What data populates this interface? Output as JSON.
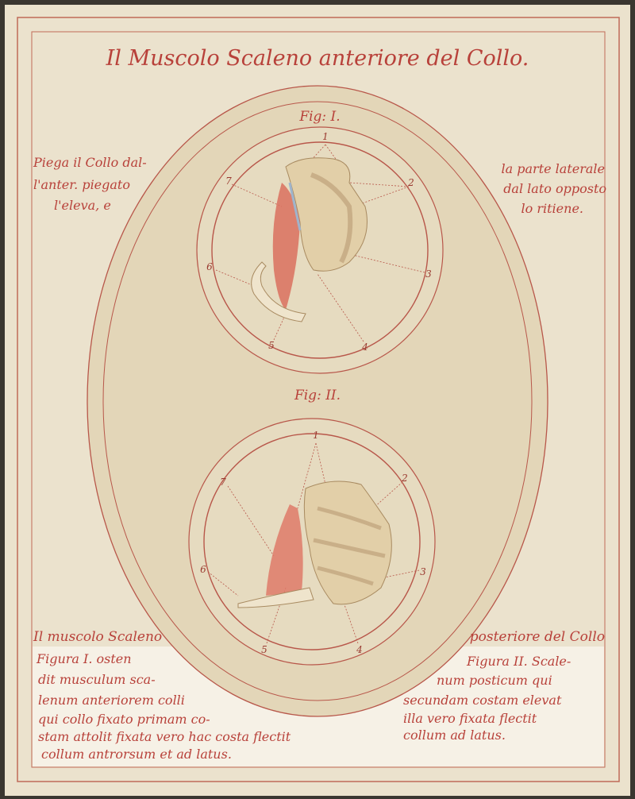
{
  "title": "Il Muscolo Scaleno anteriore del Collo.",
  "left_note": [
    "Piega il Collo dal-",
    "l'anter. piegato",
    "l'eleva, e"
  ],
  "right_note": [
    "la parte laterale",
    "dal lato opposto",
    "lo ritiene."
  ],
  "figures": [
    {
      "label": "Fig: I.",
      "numbers": [
        "1",
        "2",
        "3",
        "4",
        "5",
        "6",
        "7"
      ]
    },
    {
      "label": "Fig: II.",
      "numbers": [
        "1",
        "2",
        "3",
        "4",
        "5",
        "6",
        "7"
      ]
    }
  ],
  "caption_left_heading": "Il muscolo Scaleno",
  "caption_right_heading": "posteriore del Collo",
  "caption_left": [
    "Figura I. osten",
    "dit musculum sca-",
    "lenum anteriorem colli",
    "qui collo fixato primam co-",
    "stam attolit fixata vero hac costa flectit",
    "collum antrorsum et ad latus."
  ],
  "caption_right": [
    "Figura II. Scale-",
    "num posticum qui",
    "secundam costam elevat",
    "illa vero fixata flectit",
    "collum ad latus."
  ],
  "colors": {
    "paper": "#ebe2cd",
    "ink": "#b8413a",
    "oval": "#e3d6b8",
    "panel": "#f6f1e6"
  }
}
